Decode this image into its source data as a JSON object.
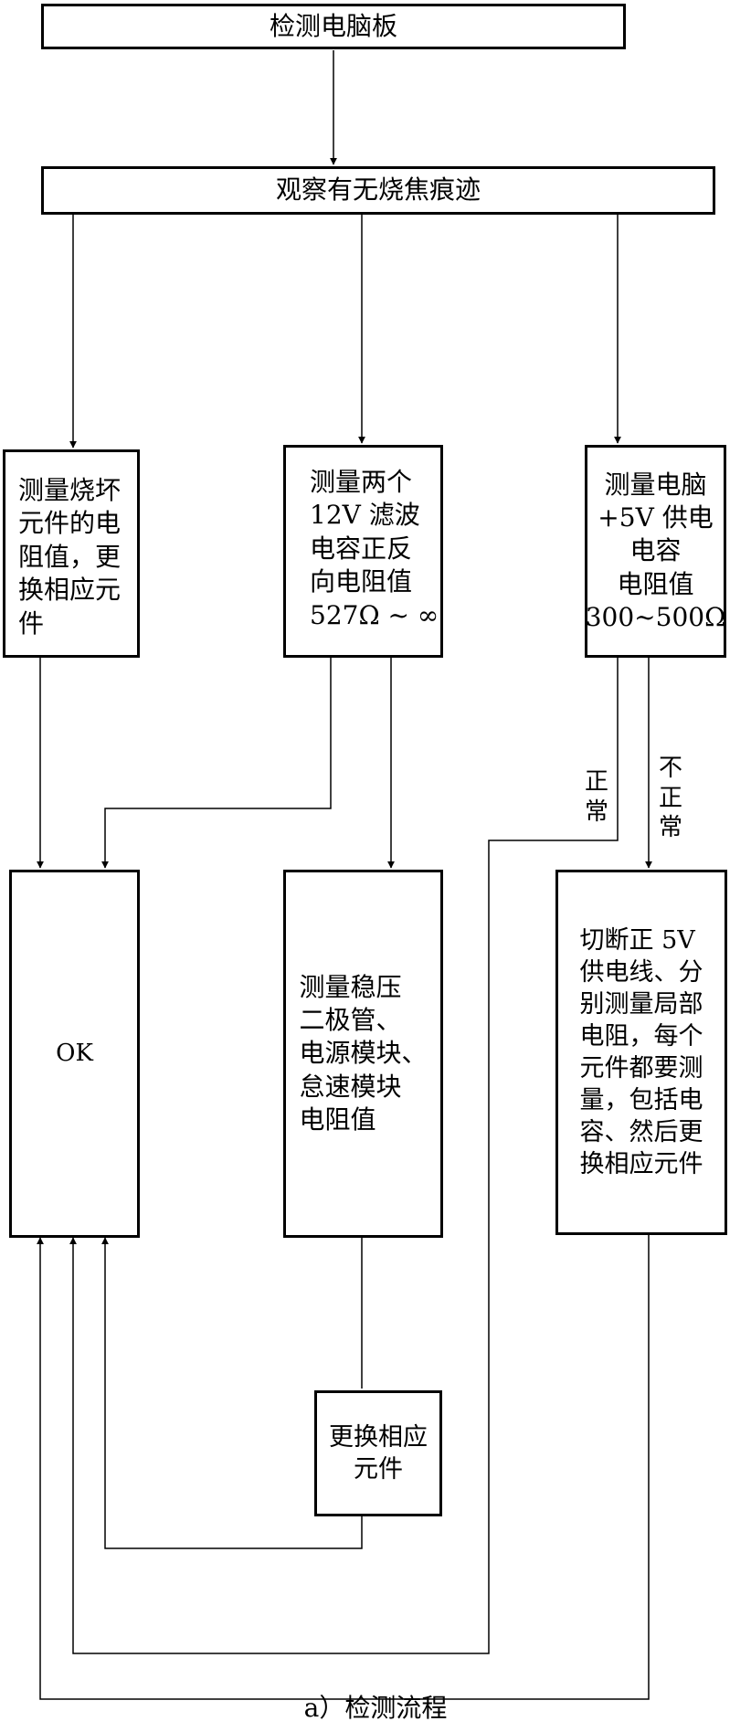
{
  "nodes": {
    "start": "检测电脑板",
    "observe": "观察有无烧焦痕迹",
    "measure_burnt": [
      "测量烧坏",
      "元件的电",
      "阻值，更",
      "换相应元",
      "件"
    ],
    "measure_caps": [
      "测量两个",
      "12V 滤波",
      "电容正反",
      "向电阻值",
      "527Ω ~ ∞"
    ],
    "measure_5v": [
      "测量电脑",
      "+5V 供电",
      "电容",
      "电阻值",
      "300~500Ω"
    ],
    "ok": "OK",
    "measure_regulator": [
      "测量稳压",
      "二极管、",
      "电源模块、",
      "怠速模块",
      "电阻值"
    ],
    "cut_5v": [
      "切断正 5V",
      "供电线、分",
      "别测量局部",
      "电阻，每个",
      "元件都要测",
      "量，包括电",
      "容、然后更",
      "换相应元件"
    ],
    "replace": [
      "更换相应",
      "元件"
    ]
  },
  "labels": {
    "normal": [
      "正",
      "常"
    ],
    "abnormal": [
      "不",
      "正",
      "常"
    ]
  },
  "caption": "a）检测流程"
}
